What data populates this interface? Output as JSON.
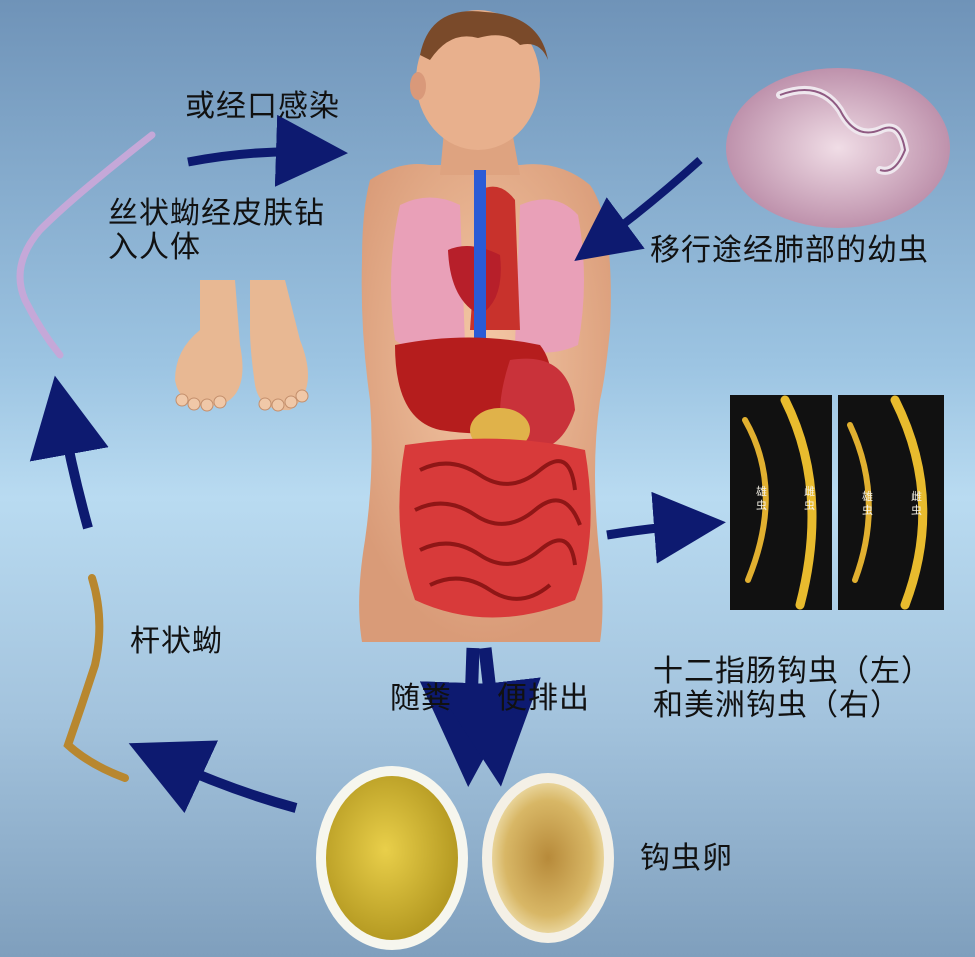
{
  "labels": {
    "oral_infection": "或经口感染",
    "skin_penetration": "丝状蚴经皮肤钻\n入人体",
    "lung_migration": "移行途经肺部的幼虫",
    "rhabditiform_larva": "杆状蚴",
    "fecal_excretion_left": "随粪",
    "fecal_excretion_right": "便排出",
    "adult_species": "十二指肠钩虫（左）\n和美洲钩虫（右）",
    "hookworm_eggs": "钩虫卵"
  },
  "specimen_tags": {
    "male_left": "雄\n虫",
    "female_left": "雌\n虫",
    "male_right": "雄\n虫",
    "female_right": "雌\n虫"
  },
  "colors": {
    "arrow": "#0d1a70",
    "background_top": "#6f93b8",
    "background_mid": "#b9dbf1"
  }
}
